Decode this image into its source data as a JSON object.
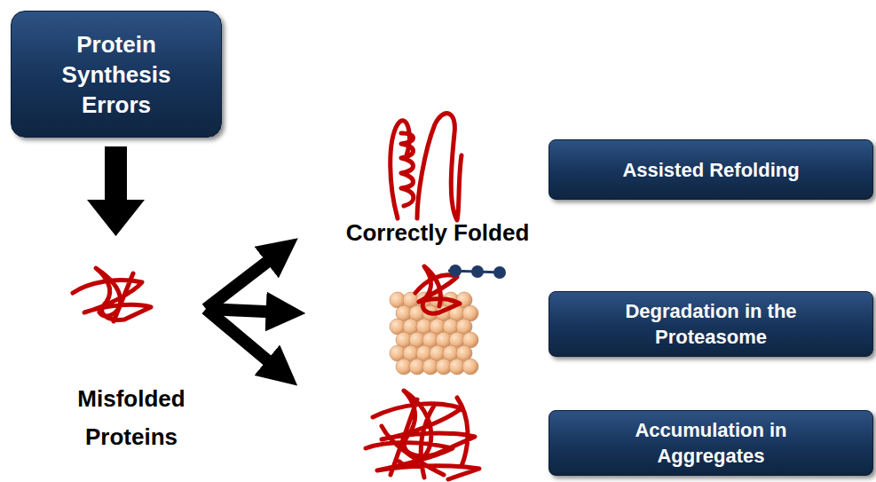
{
  "diagram": {
    "nodes": [
      {
        "text": [
          "Protein Synthesis Errors"
        ]
      },
      {
        "text": [
          "Assisted Refolding"
        ]
      },
      {
        "text": [
          "Degradation in the Proteasome"
        ]
      },
      {
        "text": [
          "Accumulation in Aggregates"
        ]
      }
    ],
    "labels": [
      "Correctly Folded",
      "Misfolded Proteins"
    ]
  }
}
